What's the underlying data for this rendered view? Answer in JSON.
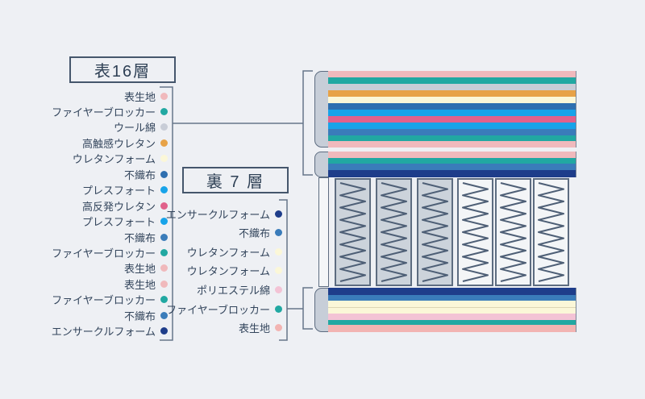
{
  "palette": {
    "background": "#eef0f4",
    "text": "#33455c",
    "line": "#66758a",
    "box_border": "#45566c",
    "cap_fill": "#c7ced8",
    "cap_border": "#5d6c80",
    "pocket_gray": "#ccd3db",
    "pocket_white": "#f3f5f7",
    "pocket_border": "#5d6c80",
    "spring_wire": "#4e5f76"
  },
  "front_legend": {
    "title": "表16層",
    "items": [
      {
        "label": "表生地",
        "color": "#f0b9bc"
      },
      {
        "label": "ファイヤーブロッカー",
        "color": "#21a8a2"
      },
      {
        "label": "ウール綿",
        "color": "#c8cdd7"
      },
      {
        "label": "高触感ウレタン",
        "color": "#e7a247"
      },
      {
        "label": "ウレタンフォーム",
        "color": "#fbf7d8"
      },
      {
        "label": "不織布",
        "color": "#2e6fb0"
      },
      {
        "label": "プレスフォート",
        "color": "#17a3e9"
      },
      {
        "label": "高反発ウレタン",
        "color": "#e0618b"
      },
      {
        "label": "プレスフォート",
        "color": "#17a3e9"
      },
      {
        "label": "不織布",
        "color": "#3a7cba"
      },
      {
        "label": "ファイヤーブロッカー",
        "color": "#21a8a2"
      },
      {
        "label": "表生地",
        "color": "#f0b9bc"
      },
      {
        "label": "表生地",
        "color": "#f0b9bc"
      },
      {
        "label": "ファイヤーブロッカー",
        "color": "#21a8a2"
      },
      {
        "label": "不織布",
        "color": "#3a7cba"
      },
      {
        "label": "エンサークルフォーム",
        "color": "#1e3d8a"
      }
    ]
  },
  "back_legend": {
    "title": "裏 7 層",
    "items": [
      {
        "label": "エンサークルフォーム",
        "color": "#1e3d8a"
      },
      {
        "label": "不織布",
        "color": "#3a7cba"
      },
      {
        "label": "ウレタンフォーム",
        "color": "#fbf7d8"
      },
      {
        "label": "ウレタンフォーム",
        "color": "#fbf7d8"
      },
      {
        "label": "ポリエステル綿",
        "color": "#f3c3d5"
      },
      {
        "label": "ファイヤーブロッカー",
        "color": "#21a8a2"
      },
      {
        "label": "表生地",
        "color": "#f2b4b2"
      }
    ]
  },
  "mattress": {
    "top_block_layers": [
      {
        "name": "表生地",
        "color": "#f0b9bc",
        "weight": 9
      },
      {
        "name": "ファイヤーブロッカー",
        "color": "#21a8a2",
        "weight": 9
      },
      {
        "name": "ウール綿",
        "color": "#c8cdd7",
        "weight": 9
      },
      {
        "name": "高触感ウレタン",
        "color": "#e7a247",
        "weight": 8.5
      },
      {
        "name": "ウレタンフォーム",
        "color": "#fbf7d8",
        "weight": 8.5
      },
      {
        "name": "不織布",
        "color": "#2e6fb0",
        "weight": 9
      },
      {
        "name": "プレスフォート",
        "color": "#17a3e9",
        "weight": 9
      },
      {
        "name": "高反発ウレタン",
        "color": "#e0618b",
        "weight": 9
      },
      {
        "name": "プレスフォート",
        "color": "#17a3e9",
        "weight": 9
      },
      {
        "name": "不織布",
        "color": "#3a7cba",
        "weight": 8
      },
      {
        "name": "ファイヤーブロッカー",
        "color": "#21a8a2",
        "weight": 8
      },
      {
        "name": "表生地",
        "color": "#f0b9bc",
        "weight": 9
      }
    ],
    "mid_strip_layers": [
      {
        "name": "表生地",
        "color": "#f0b9bc",
        "weight": 8
      },
      {
        "name": "ファイヤーブロッカー",
        "color": "#21a8a2",
        "weight": 8
      },
      {
        "name": "不織布",
        "color": "#3a7cba",
        "weight": 8
      },
      {
        "name": "エンサークルフォーム",
        "color": "#1e3d8a",
        "weight": 10
      }
    ],
    "bottom_block_layers": [
      {
        "name": "エンサークルフォーム",
        "color": "#1e3d8a",
        "weight": 10
      },
      {
        "name": "不織布",
        "color": "#3a7cba",
        "weight": 7
      },
      {
        "name": "ウレタンフォーム",
        "color": "#fbf7d8",
        "weight": 8
      },
      {
        "name": "ウレタンフォーム",
        "color": "#fbf7d8",
        "weight": 8
      },
      {
        "name": "ポリエステル綿",
        "color": "#f3c3d5",
        "weight": 8
      },
      {
        "name": "ファイヤーブロッカー",
        "color": "#21a8a2",
        "weight": 7
      },
      {
        "name": "表生地",
        "color": "#f2b4b2",
        "weight": 9
      }
    ],
    "springs": {
      "pockets": 6,
      "gray_count": 3
    }
  }
}
